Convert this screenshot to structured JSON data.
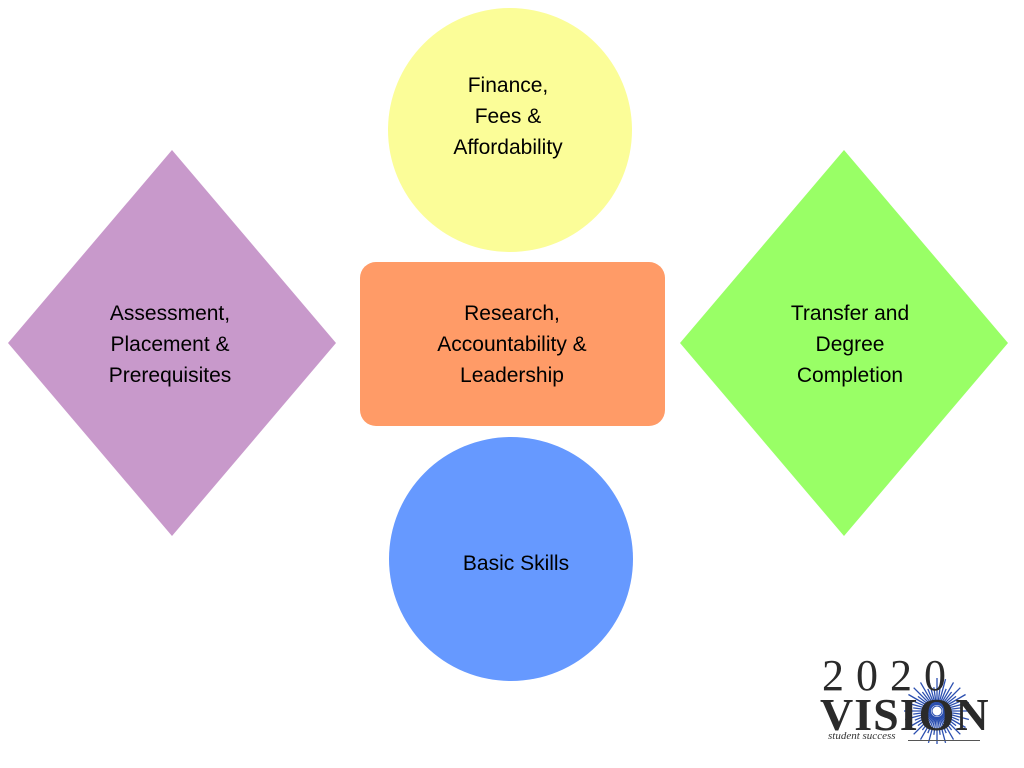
{
  "nodes": {
    "finance": {
      "label": "Finance,\nFees &\nAffordability",
      "color": "#fbfd98",
      "shape": "circle"
    },
    "assessment": {
      "label": "Assessment,\nPlacement &\nPrerequisites",
      "color": "#c899cb",
      "shape": "diamond"
    },
    "research": {
      "label": "Research,\nAccountability &\nLeadership",
      "color": "#ff9b67",
      "shape": "rounded-rectangle"
    },
    "transfer": {
      "label": "Transfer and\nDegree\nCompletion",
      "color": "#99ff66",
      "shape": "diamond"
    },
    "basic_skills": {
      "label": "Basic Skills",
      "color": "#6699ff",
      "shape": "circle"
    }
  },
  "logo": {
    "year": "2020",
    "word": "VISION",
    "tagline": "student success",
    "burst_color": "#2b4fb0"
  }
}
